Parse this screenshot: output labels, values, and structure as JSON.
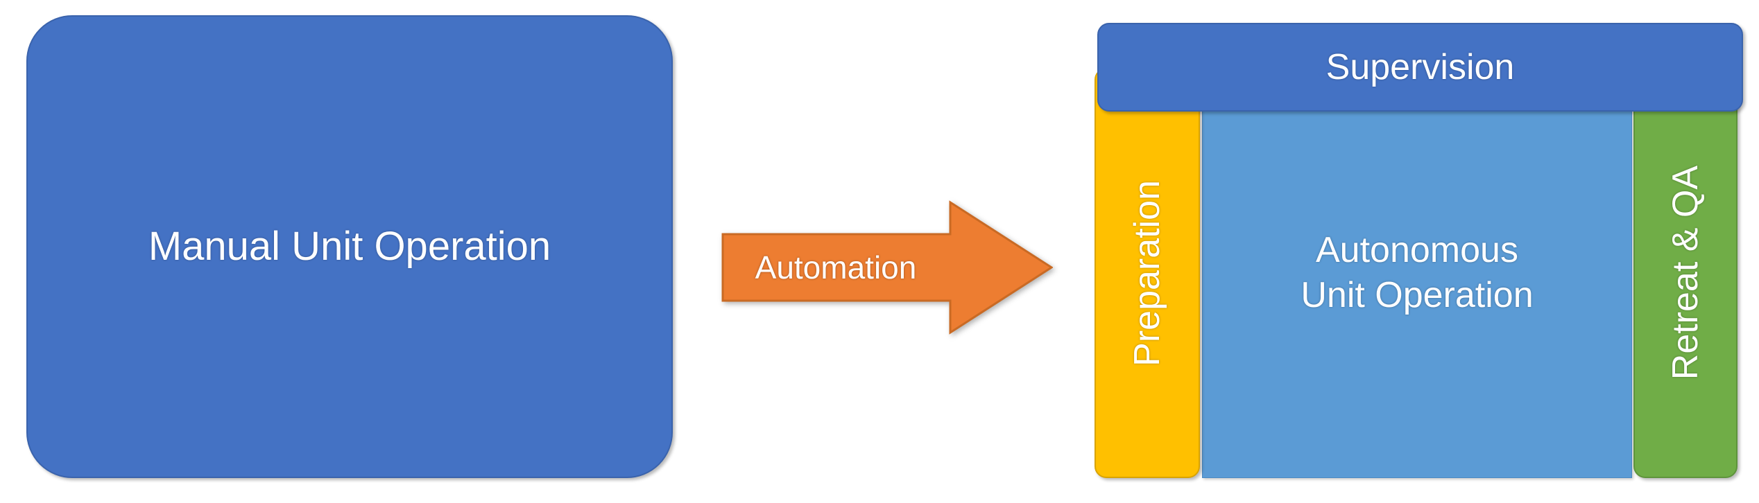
{
  "diagram": {
    "title_visible": false,
    "background_color": "#FFFFFF",
    "left_block": {
      "label": "Manual Unit Operation",
      "color": "#4472C4",
      "text_color": "#FFFFFF",
      "shape": "rounded-rectangle"
    },
    "transition": {
      "label": "Automation",
      "color": "#ED7D31",
      "text_color": "#FFFFFF",
      "shape": "right-arrow",
      "icon": "right-arrow-icon"
    },
    "right_group": {
      "supervision": {
        "label": "Supervision",
        "color": "#4472C4",
        "text_color": "#FFFFFF",
        "shape": "rounded-rectangle",
        "orientation": "horizontal"
      },
      "preparation": {
        "label": "Preparation",
        "color": "#FFC000",
        "text_color": "#FFFFFF",
        "shape": "rounded-rectangle",
        "orientation": "vertical-bottom-to-top"
      },
      "core": {
        "label_line_1": "Autonomous",
        "label_line_2": "Unit Operation",
        "color": "#5B9BD5",
        "text_color": "#FFFFFF",
        "shape": "rectangle",
        "orientation": "horizontal"
      },
      "retreat_qa": {
        "label": "Retreat & QA",
        "color": "#70AD47",
        "text_color": "#FFFFFF",
        "shape": "rounded-rectangle",
        "orientation": "vertical-bottom-to-top"
      }
    }
  }
}
